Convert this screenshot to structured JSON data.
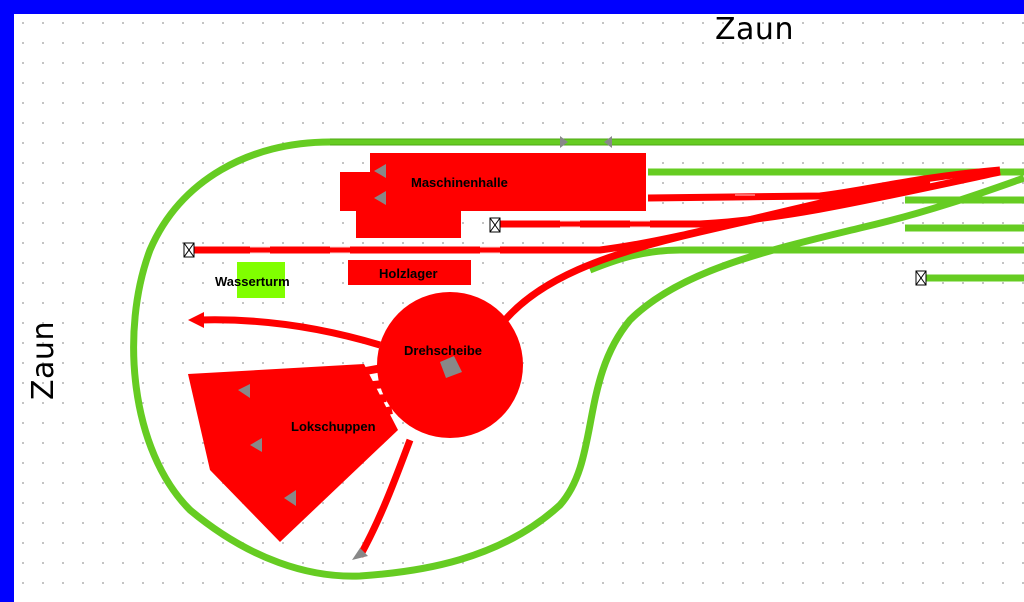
{
  "labels": {
    "fence_top": "Zaun",
    "fence_left": "Zaun",
    "machine_hall": "Maschinenhalle",
    "water_tower": "Wasserturm",
    "wood_storage": "Holzlager",
    "turntable": "Drehscheibe",
    "engine_shed": "Lokschuppen"
  },
  "colors": {
    "border": "#0000ff",
    "track_main": "#66cc22",
    "track_depot": "#ff0000",
    "water_tower": "#80ff00",
    "grid_dot": "#9a9a9a"
  }
}
